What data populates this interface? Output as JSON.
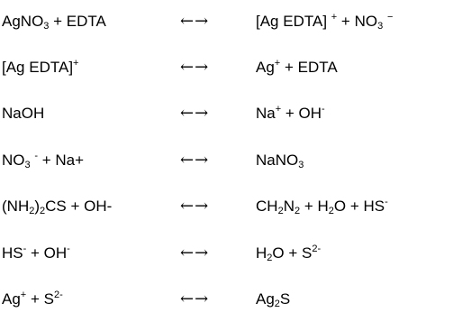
{
  "arrow": "←→",
  "equations": [
    {
      "left": [
        {
          "t": "AgNO"
        },
        {
          "t": "3",
          "s": "sub"
        },
        {
          "t": " + EDTA"
        }
      ],
      "right": [
        {
          "t": "[Ag EDTA] "
        },
        {
          "t": "+",
          "s": "sup"
        },
        {
          "t": " +  NO"
        },
        {
          "t": "3",
          "s": "sub"
        },
        {
          "t": " "
        },
        {
          "t": "−",
          "s": "sup"
        }
      ]
    },
    {
      "left": [
        {
          "t": "[Ag EDTA]"
        },
        {
          "t": "+",
          "s": "sup"
        }
      ],
      "right": [
        {
          "t": "Ag"
        },
        {
          "t": "+",
          "s": "sup"
        },
        {
          "t": " + EDTA"
        }
      ]
    },
    {
      "left": [
        {
          "t": "NaOH"
        }
      ],
      "right": [
        {
          "t": "Na"
        },
        {
          "t": "+",
          "s": "sup"
        },
        {
          "t": " + OH"
        },
        {
          "t": "-",
          "s": "sup"
        }
      ]
    },
    {
      "left": [
        {
          "t": "NO"
        },
        {
          "t": "3",
          "s": "sub"
        },
        {
          "t": " "
        },
        {
          "t": "-",
          "s": "sup"
        },
        {
          "t": " + Na+"
        }
      ],
      "right": [
        {
          "t": "NaNO"
        },
        {
          "t": "3",
          "s": "sub"
        }
      ]
    },
    {
      "left": [
        {
          "t": "(NH"
        },
        {
          "t": "2",
          "s": "sub"
        },
        {
          "t": ")"
        },
        {
          "t": "2",
          "s": "sub"
        },
        {
          "t": "CS + OH-"
        }
      ],
      "right": [
        {
          "t": "CH"
        },
        {
          "t": "2",
          "s": "sub"
        },
        {
          "t": "N"
        },
        {
          "t": "2",
          "s": "sub"
        },
        {
          "t": " + H"
        },
        {
          "t": "2",
          "s": "sub"
        },
        {
          "t": "O + HS"
        },
        {
          "t": "-",
          "s": "sup"
        }
      ]
    },
    {
      "left": [
        {
          "t": "HS"
        },
        {
          "t": "-",
          "s": "sup"
        },
        {
          "t": " + OH"
        },
        {
          "t": "-",
          "s": "sup"
        }
      ],
      "right": [
        {
          "t": "H"
        },
        {
          "t": "2",
          "s": "sub"
        },
        {
          "t": "O + S"
        },
        {
          "t": "2-",
          "s": "sup"
        }
      ]
    },
    {
      "left": [
        {
          "t": "Ag"
        },
        {
          "t": "+",
          "s": "sup"
        },
        {
          "t": " + S"
        },
        {
          "t": "2-",
          "s": "sup"
        }
      ],
      "right": [
        {
          "t": "Ag"
        },
        {
          "t": "2",
          "s": "sub"
        },
        {
          "t": "S"
        }
      ]
    }
  ]
}
